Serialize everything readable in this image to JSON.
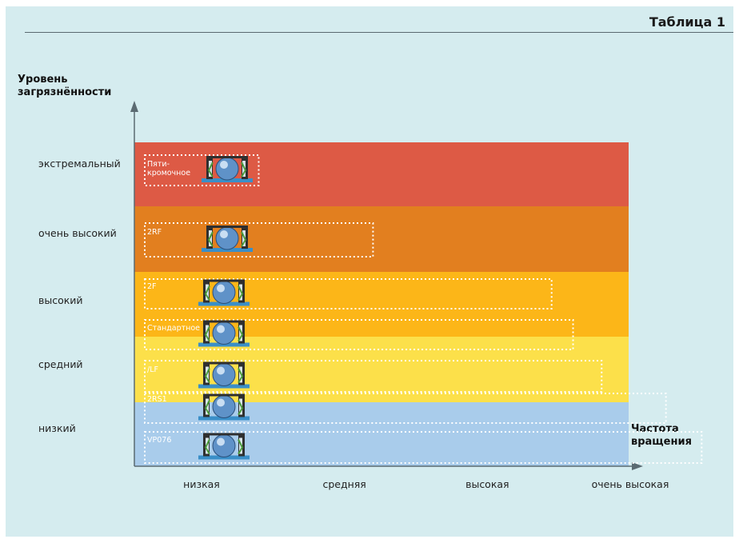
{
  "header": {
    "table_title": "Таблица 1"
  },
  "chart_data": {
    "type": "bar",
    "ylabel": "Уровень загрязнённости",
    "xlabel": "Частота вращения",
    "x_categories": [
      "низкая",
      "средняя",
      "высокая",
      "очень высокая"
    ],
    "y_levels": [
      {
        "name": "экстремальный",
        "color": "#dd5a45"
      },
      {
        "name": "очень высокий",
        "color": "#e27f1f"
      },
      {
        "name": "высокий",
        "color": "#fcb618"
      },
      {
        "name": "средний",
        "color": "#fce04a"
      },
      {
        "name": "низкий",
        "color": "#a9cceb"
      }
    ],
    "series": [
      {
        "name": "Пяти-кромочное",
        "label_lines": [
          "Пяти-",
          "кромочное"
        ],
        "level": 5.0,
        "max_speed": 1.4,
        "icon": "five-lip-seal-bearing"
      },
      {
        "name": "2RF",
        "label_lines": [
          "2RF"
        ],
        "level": 4.0,
        "max_speed": 2.2,
        "icon": "2rf-seal-bearing"
      },
      {
        "name": "2F",
        "label_lines": [
          "2F"
        ],
        "level": 3.0,
        "max_speed": 3.45,
        "icon": "2f-seal-bearing"
      },
      {
        "name": "Стандартное",
        "label_lines": [
          "Стандартное"
        ],
        "level": 2.6,
        "max_speed": 3.6,
        "icon": "standard-seal-bearing"
      },
      {
        "name": "/LF",
        "label_lines": [
          "/LF"
        ],
        "level": 2.0,
        "max_speed": 3.8,
        "icon": "lf-seal-bearing"
      },
      {
        "name": "2RS1",
        "label_lines": [
          "2RS1"
        ],
        "level": 1.45,
        "max_speed": 4.25,
        "icon": "2rs1-seal-bearing"
      },
      {
        "name": "VP076",
        "label_lines": [
          "VP076"
        ],
        "level": 0.75,
        "max_speed": 4.5,
        "icon": "vp076-seal-bearing"
      }
    ],
    "ylim": [
      0,
      5.5
    ],
    "xlim": [
      0.5,
      4.5
    ],
    "grid": false,
    "legend": "none"
  }
}
